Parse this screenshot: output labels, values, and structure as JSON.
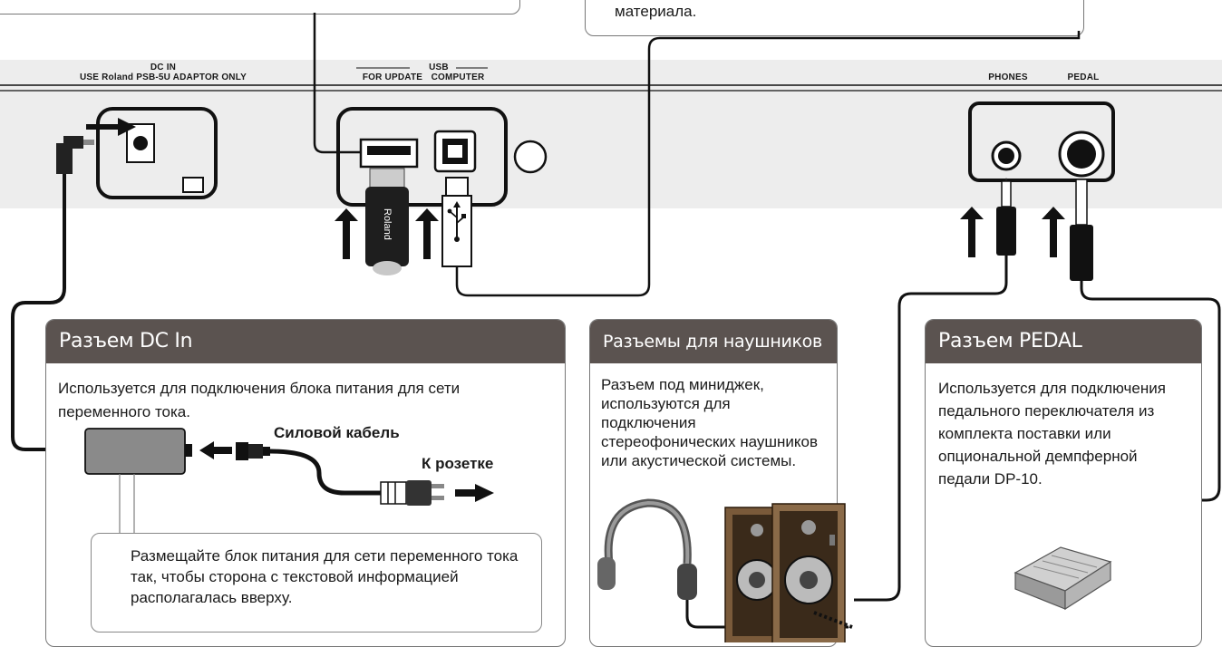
{
  "top_callouts": {
    "right_text": "материала."
  },
  "panel": {
    "dc_in_title": "DC IN",
    "dc_in_subtitle": "USE Roland PSB-5U ADAPTOR ONLY",
    "usb_title": "USB",
    "usb_for_update": "FOR UPDATE",
    "usb_computer": "COMPUTER",
    "phones": "PHONES",
    "pedal": "PEDAL",
    "flash_drive_brand": "Roland"
  },
  "dc_in_box": {
    "title": "Разъем DC In",
    "text": "Используется для подключения блока питания для сети переменного тока.",
    "power_cable_label": "Силовой кабель",
    "outlet_label": "К розетке",
    "note": "Размещайте блок питания для сети переменного тока так, чтобы сторона с текстовой информацией располагалась вверху."
  },
  "phones_box": {
    "title": "Разъемы для наушников",
    "text": "Разъем под миниджек, используются для подключения стереофонических наушников или акустической системы."
  },
  "pedal_box": {
    "title": "Разъем PEDAL",
    "text": "Используется для подключения педального переключателя из комплекта поставки или опциональной демпферной педали DP-10."
  },
  "colors": {
    "header_bg": "#5b5350",
    "panel_bg": "#ededed",
    "line": "#111111"
  }
}
